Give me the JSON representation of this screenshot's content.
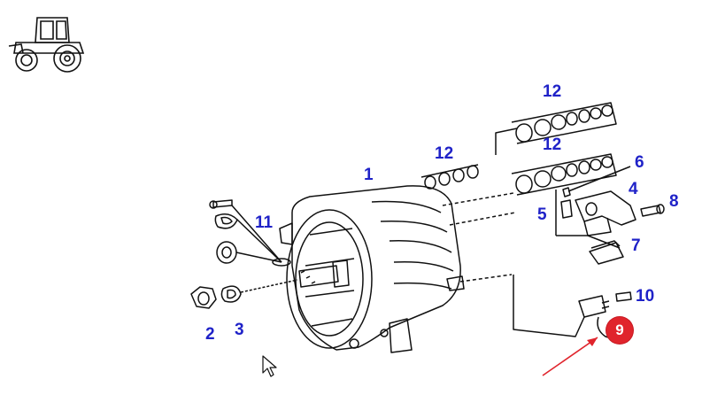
{
  "callouts": {
    "n1": "1",
    "n2": "2",
    "n3": "3",
    "n4": "4",
    "n5": "5",
    "n6": "6",
    "n7": "7",
    "n8": "8",
    "n9": "9",
    "n10": "10",
    "n11": "11",
    "n12_left": "12",
    "n12_top": "12",
    "n12_mid": "12"
  },
  "colors": {
    "callout_text": "#1f22c8",
    "highlight_badge": "#e0242c",
    "arrow": "#e0242c",
    "line_art": "#111111"
  },
  "icons": {
    "vehicle": "tractor-icon",
    "pointer": "mouse-pointer-icon",
    "highlight": "red-arrow-icon"
  }
}
